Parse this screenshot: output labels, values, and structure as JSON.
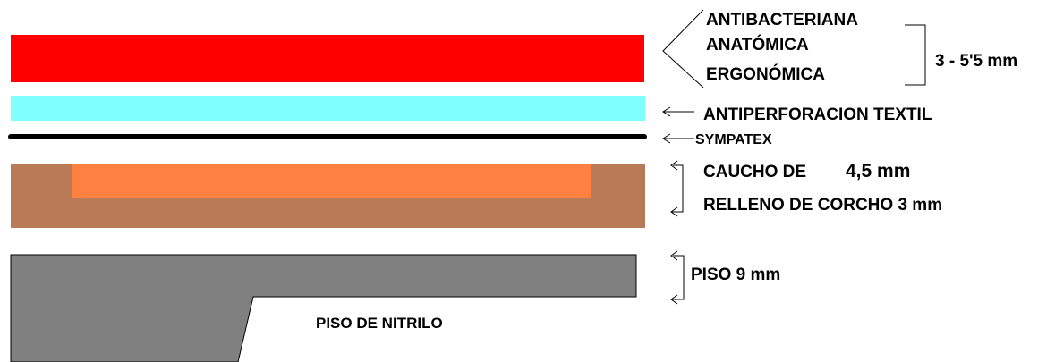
{
  "colors": {
    "top_layer": "#ff0000",
    "textile_layer": "#7fffff",
    "membrane_line": "#000000",
    "cork_outer": "#b97a57",
    "cork_inner": "#ff8040",
    "sole": "#808080"
  },
  "labels": {
    "top_group": [
      "ANTIBACTERIANA",
      "ANATÓMICA",
      "ERGONÓMICA"
    ],
    "top_thickness": "3 - 5'5 mm",
    "textile": "ANTIPERFORACION TEXTIL",
    "membrane": "SYMPATEX",
    "rubber_prefix": "CAUCHO DE",
    "rubber_value": "4,5 mm",
    "cork": "RELLENO DE CORCHO 3 mm",
    "sole_thickness": "PISO 9 mm",
    "sole_material": "PISO DE NITRILO"
  }
}
